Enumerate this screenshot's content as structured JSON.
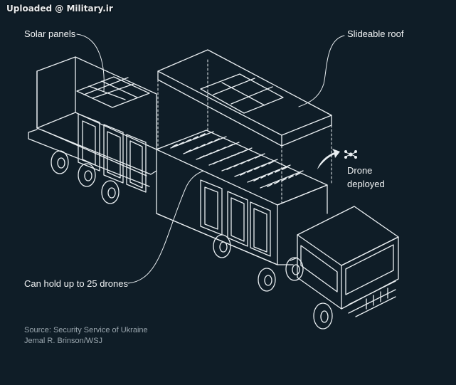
{
  "watermark": "Uploaded @ Military.ir",
  "labels": {
    "solar_panels": "Solar panels",
    "slideable_roof": "Slideable roof",
    "drone_deployed_1": "Drone",
    "drone_deployed_2": "deployed",
    "capacity": "Can hold up to 25 drones"
  },
  "credits": {
    "source": "Source: Security Service of Ukraine",
    "artist": "Jemal R. Brinson/WSJ"
  },
  "colors": {
    "background": "#0f1d27",
    "line": "#e9eef1"
  },
  "icons": [
    "drone-icon",
    "arrow-icon",
    "truck-illustration"
  ]
}
